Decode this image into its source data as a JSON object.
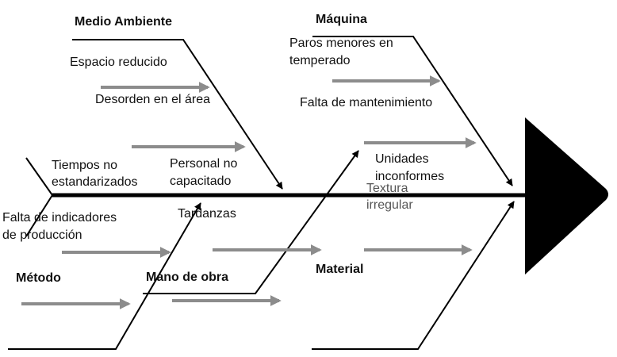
{
  "colors": {
    "line": "#000000",
    "arrow_gray": "#8c8c8c",
    "text": "#111111",
    "text_gray": "#555555"
  },
  "categories": {
    "medio_ambiente": "Medio Ambiente",
    "maquina": "Máquina",
    "metodo": "Método",
    "mano_de_obra": "Mano de obra",
    "material": "Material"
  },
  "causes": {
    "espacio_reducido": "Espacio reducido",
    "desorden": "Desorden en el área",
    "tiempos_l1": "Tiempos no",
    "tiempos_l2": "estandarizados",
    "personal_l1": "Personal no",
    "personal_l2": "capacitado",
    "paros_l1": "Paros menores en",
    "paros_l2": "temperado",
    "falta_mant": "Falta de mantenimiento",
    "unidades_l1": "Unidades",
    "unidades_l2": "inconformes",
    "falta_ind_l1": "Falta de indicadores",
    "falta_ind_l2": "de producción",
    "tardanzas": "Tardanzas",
    "textura_l1": "Textura",
    "textura_l2": "irregular"
  }
}
